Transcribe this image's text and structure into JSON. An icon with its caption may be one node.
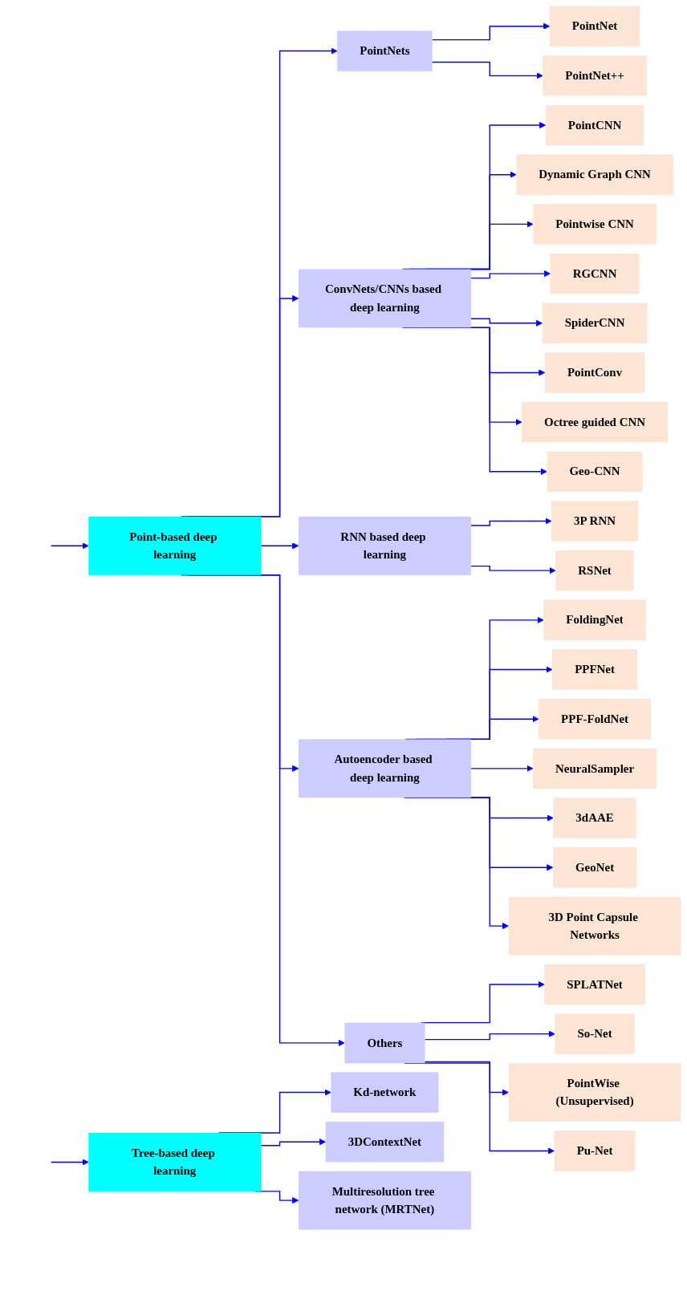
{
  "diagram": {
    "nodes": [
      {
        "text": [
          "Point-based deep learning"
        ]
      },
      {
        "text": [
          "PointNets"
        ]
      },
      {
        "text": [
          "PointNet"
        ]
      },
      {
        "text": [
          "PointNet++"
        ]
      },
      {
        "text": [
          "ConvNets/CNNs based deep learning"
        ]
      },
      {
        "text": [
          "PointCNN"
        ]
      },
      {
        "text": [
          "Dynamic Graph CNN"
        ]
      },
      {
        "text": [
          "Pointwise CNN"
        ]
      },
      {
        "text": [
          "RGCNN"
        ]
      },
      {
        "text": [
          "SpiderCNN"
        ]
      },
      {
        "text": [
          "PointConv"
        ]
      },
      {
        "text": [
          "Octree guided CNN"
        ]
      },
      {
        "text": [
          "Geo-CNN"
        ]
      },
      {
        "text": [
          "RNN based deep learning"
        ]
      },
      {
        "text": [
          "3P RNN"
        ]
      },
      {
        "text": [
          "RSNet"
        ]
      },
      {
        "text": [
          "Autoencoder based deep learning"
        ]
      },
      {
        "text": [
          "FoldingNet"
        ]
      },
      {
        "text": [
          "PPFNet"
        ]
      },
      {
        "text": [
          "PPF-FoldNet"
        ]
      },
      {
        "text": [
          "NeuralSampler"
        ]
      },
      {
        "text": [
          "3dAAE"
        ]
      },
      {
        "text": [
          "GeoNet"
        ]
      },
      {
        "text": [
          "3D Point Capsule Networks"
        ]
      },
      {
        "text": [
          "Others"
        ]
      },
      {
        "text": [
          "SPLATNet"
        ]
      },
      {
        "text": [
          "So-Net"
        ]
      },
      {
        "text": [
          "PointWise (Unsupervised)"
        ]
      },
      {
        "text": [
          "Pu-Net"
        ]
      },
      {
        "text": [
          "Tree-based deep learning"
        ]
      },
      {
        "text": [
          "Kd-network"
        ]
      },
      {
        "text": [
          "3DContextNet"
        ]
      },
      {
        "text": [
          "Multiresolution tree network (MRTNet)"
        ]
      }
    ],
    "edges": [
      {
        "from": null,
        "to": 0,
        "arrow": "to"
      },
      {
        "from": null,
        "to": 29,
        "arrow": "to"
      },
      {
        "from": 0,
        "to": 1,
        "arrow": "to"
      },
      {
        "from": 0,
        "to": 4,
        "arrow": "to"
      },
      {
        "from": 0,
        "to": 13,
        "arrow": "to"
      },
      {
        "from": 0,
        "to": 16,
        "arrow": "to"
      },
      {
        "from": 0,
        "to": 24,
        "arrow": "to"
      },
      {
        "from": 1,
        "to": 2,
        "arrow": "to"
      },
      {
        "from": 1,
        "to": 3,
        "arrow": "to"
      },
      {
        "from": 4,
        "to": 5,
        "arrow": "to"
      },
      {
        "from": 4,
        "to": 6,
        "arrow": "to"
      },
      {
        "from": 4,
        "to": 7,
        "arrow": "to"
      },
      {
        "from": 4,
        "to": 8,
        "arrow": "to"
      },
      {
        "from": 4,
        "to": 9,
        "arrow": "to"
      },
      {
        "from": 4,
        "to": 10,
        "arrow": "to"
      },
      {
        "from": 4,
        "to": 11,
        "arrow": "to"
      },
      {
        "from": 4,
        "to": 12,
        "arrow": "to"
      },
      {
        "from": 13,
        "to": 14,
        "arrow": "to"
      },
      {
        "from": 13,
        "to": 15,
        "arrow": "to"
      },
      {
        "from": 16,
        "to": 17,
        "arrow": "to"
      },
      {
        "from": 16,
        "to": 18,
        "arrow": "to"
      },
      {
        "from": 16,
        "to": 19,
        "arrow": "to"
      },
      {
        "from": 16,
        "to": 20,
        "arrow": "to"
      },
      {
        "from": 16,
        "to": 21,
        "arrow": "to"
      },
      {
        "from": 16,
        "to": 22,
        "arrow": "to"
      },
      {
        "from": 16,
        "to": 23,
        "arrow": "to"
      },
      {
        "from": 24,
        "to": 25,
        "arrow": "to"
      },
      {
        "from": 24,
        "to": 26,
        "arrow": "to"
      },
      {
        "from": 24,
        "to": 27,
        "arrow": "to"
      },
      {
        "from": 24,
        "to": 28,
        "arrow": "to"
      },
      {
        "from": 29,
        "to": 30,
        "arrow": "to"
      },
      {
        "from": 29,
        "to": 31,
        "arrow": "to"
      },
      {
        "from": 29,
        "to": 32,
        "arrow": "to"
      }
    ]
  }
}
